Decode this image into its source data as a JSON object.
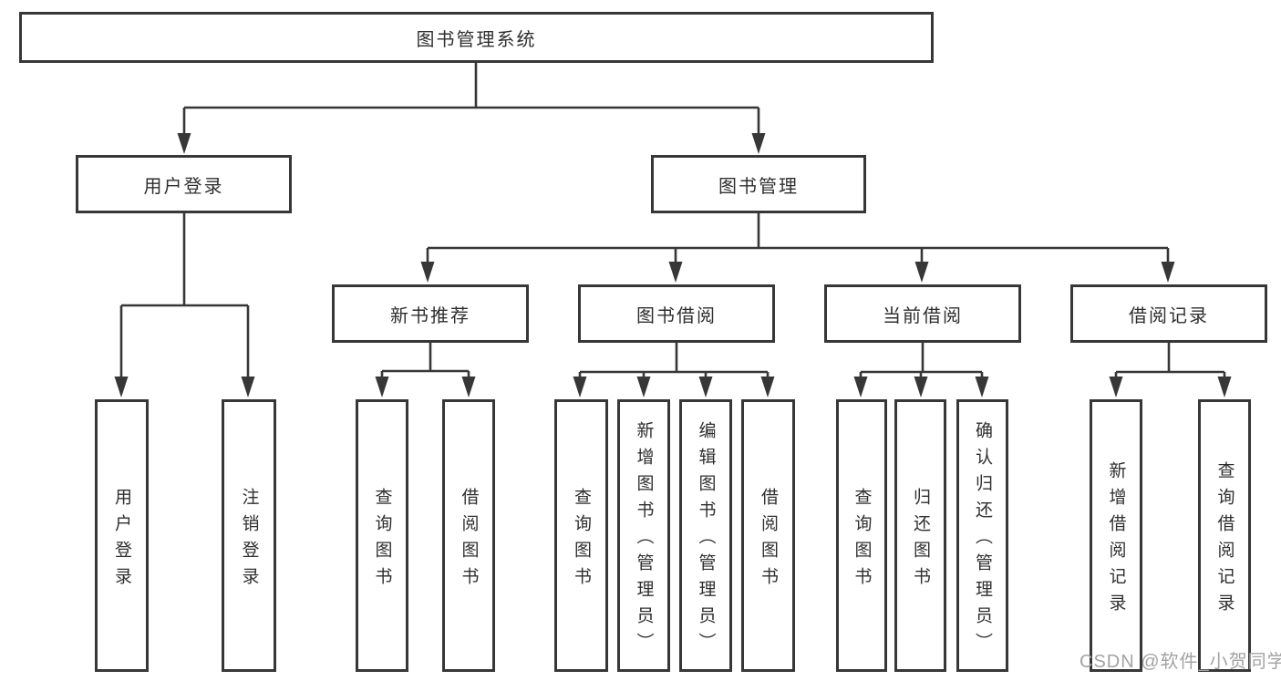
{
  "tree": {
    "root": "图书管理系统",
    "level2": [
      "用户登录",
      "图书管理"
    ],
    "level3": [
      "新书推荐",
      "图书借阅",
      "当前借阅",
      "借阅记录"
    ],
    "level4": {
      "user_login_children": [
        "用户登录",
        "注销登录"
      ],
      "new_book_children": [
        "查询图书",
        "借阅图书"
      ],
      "book_borrow_children": [
        "查询图书",
        "新增图书（管理员）",
        "编辑图书（管理员）",
        "借阅图书"
      ],
      "current_borrow_children": [
        "查询图书",
        "归还图书",
        "确认归还（管理员）"
      ],
      "borrow_record_children": [
        "新增借阅记录",
        "查询借阅记录"
      ]
    }
  },
  "watermark": "CSDN @软件_小贺同学",
  "colors": {
    "line": "#373737",
    "box_border": "#373737",
    "box_fill": "#ffffff",
    "text": "#2f2f2f",
    "watermark": "#a3a3a3",
    "background": "#ffffff"
  }
}
